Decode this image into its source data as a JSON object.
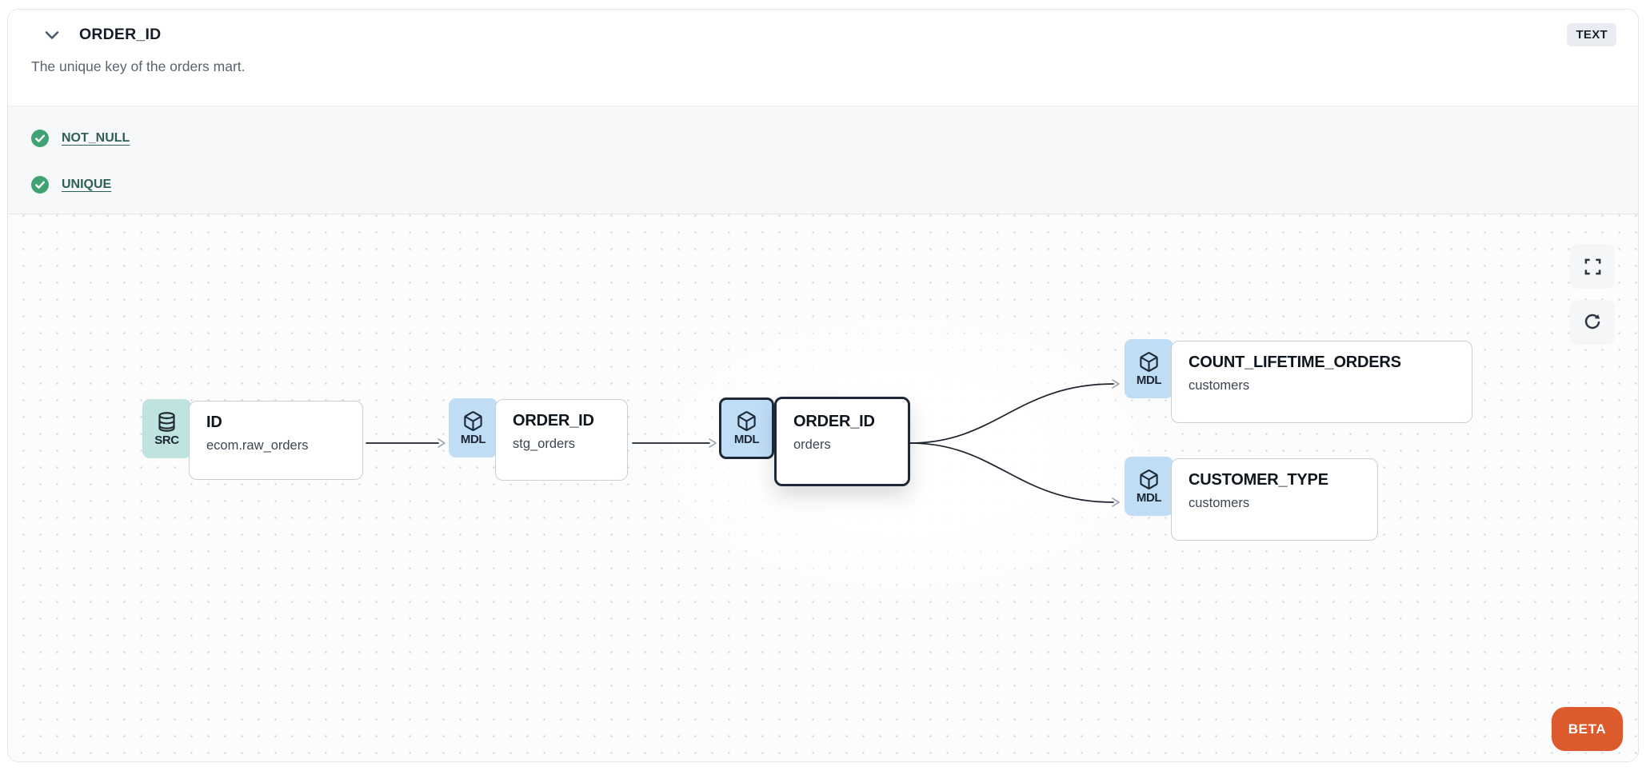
{
  "header": {
    "title": "ORDER_ID",
    "type_badge": "TEXT",
    "description": "The unique key of the orders mart."
  },
  "tests": {
    "items": [
      {
        "name": "NOT_NULL",
        "status": "pass"
      },
      {
        "name": "UNIQUE",
        "status": "pass"
      }
    ]
  },
  "lineage": {
    "beta_label": "BETA",
    "controls": [
      {
        "icon": "fullscreen-icon"
      },
      {
        "icon": "refresh-icon"
      }
    ],
    "nodes": [
      {
        "id": "src",
        "badge": "SRC",
        "icon": "database-icon",
        "title": "ID",
        "subtitle": "ecom.raw_orders",
        "selected": false
      },
      {
        "id": "stg",
        "badge": "MDL",
        "icon": "cube-icon",
        "title": "ORDER_ID",
        "subtitle": "stg_orders",
        "selected": false
      },
      {
        "id": "orders",
        "badge": "MDL",
        "icon": "cube-icon",
        "title": "ORDER_ID",
        "subtitle": "orders",
        "selected": true
      },
      {
        "id": "count",
        "badge": "MDL",
        "icon": "cube-icon",
        "title": "COUNT_LIFETIME_ORDERS",
        "subtitle": "customers",
        "selected": false
      },
      {
        "id": "cust",
        "badge": "MDL",
        "icon": "cube-icon",
        "title": "CUSTOMER_TYPE",
        "subtitle": "customers",
        "selected": false
      }
    ],
    "edges": [
      {
        "from": "src",
        "to": "stg"
      },
      {
        "from": "stg",
        "to": "orders"
      },
      {
        "from": "orders",
        "to": "count"
      },
      {
        "from": "orders",
        "to": "cust"
      }
    ]
  },
  "colors": {
    "src_badge": "#bfe3de",
    "mdl_badge": "#c0ddf6",
    "selected_border": "#1d2936",
    "node_border": "#c9cfd7",
    "edge_line": "#1c232c",
    "arrowhead": "#99a2ac",
    "check_green": "#3ea371",
    "test_link": "#2d5e57",
    "type_badge_bg": "#e9edf1",
    "beta_bg": "#dd5a2d",
    "tests_bg": "#f7f8f9",
    "canvas_dot": "#ccd3db"
  }
}
